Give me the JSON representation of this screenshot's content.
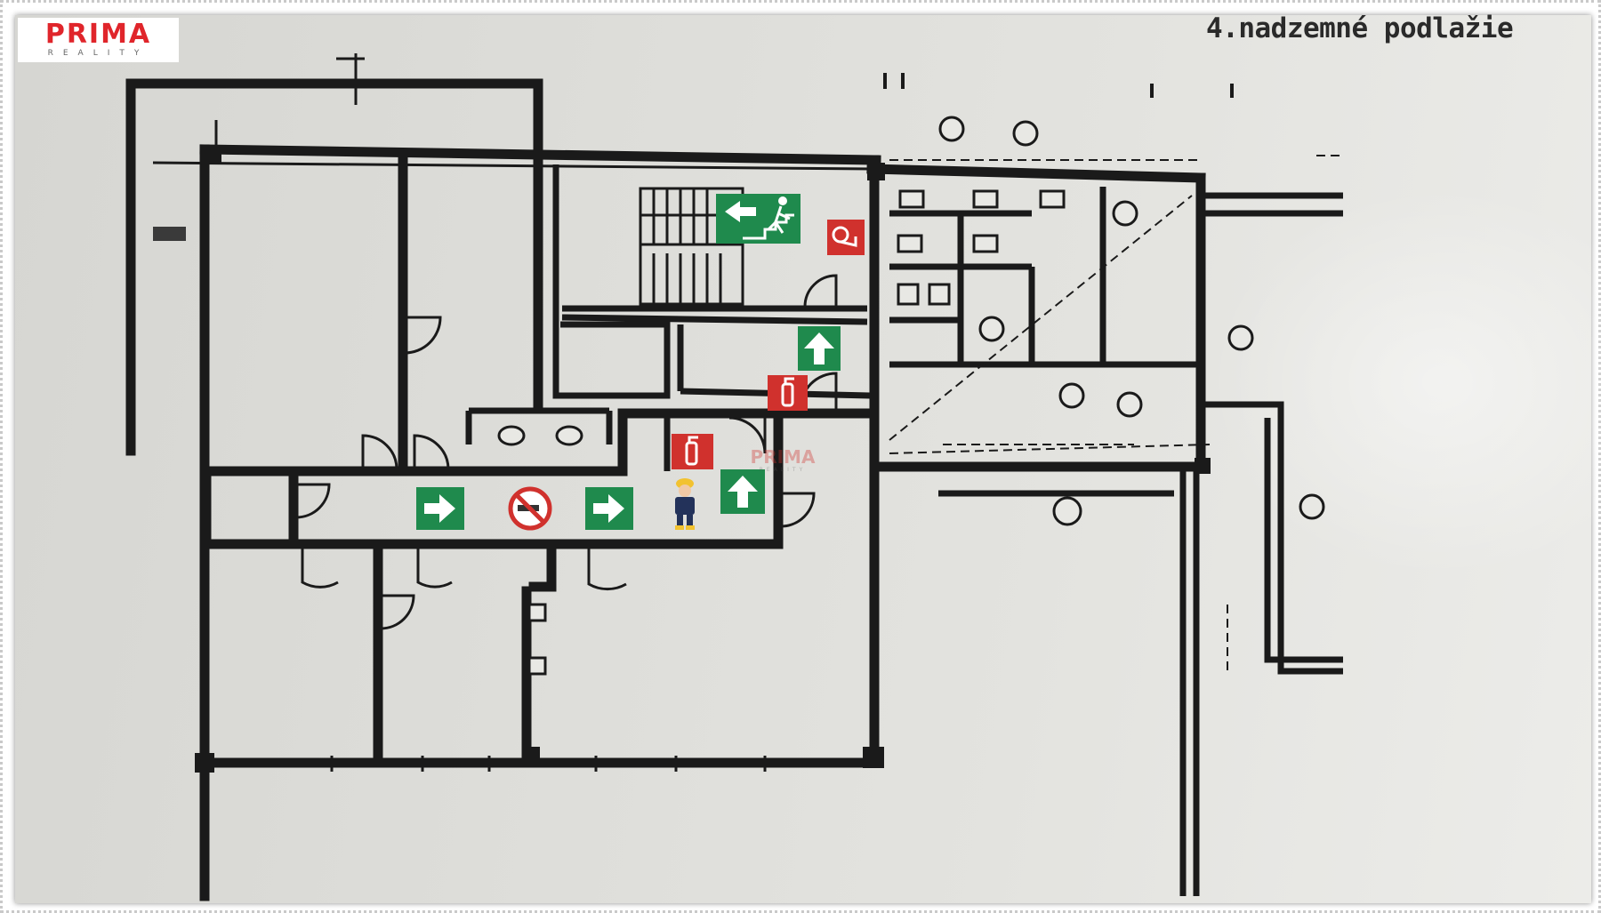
{
  "brand": {
    "name": "PRIMA",
    "subtitle": "REALITY"
  },
  "floor_title": "4.nadzemné podlažie",
  "watermark": {
    "name": "PRIMA",
    "subtitle": "REALITY"
  },
  "icons": [
    "emergency-exit-stairs-icon",
    "fire-hose-icon",
    "exit-arrow-up-icon",
    "fire-extinguisher-icon",
    "exit-arrow-right-icon",
    "no-smoking-icon",
    "firefighter-icon"
  ],
  "colors": {
    "safety_green": "#1f8a4d",
    "fire_red": "#d0312d",
    "wall": "#1a1a1a",
    "paper": "#dcdcd8",
    "brand_red": "#e0252b"
  }
}
